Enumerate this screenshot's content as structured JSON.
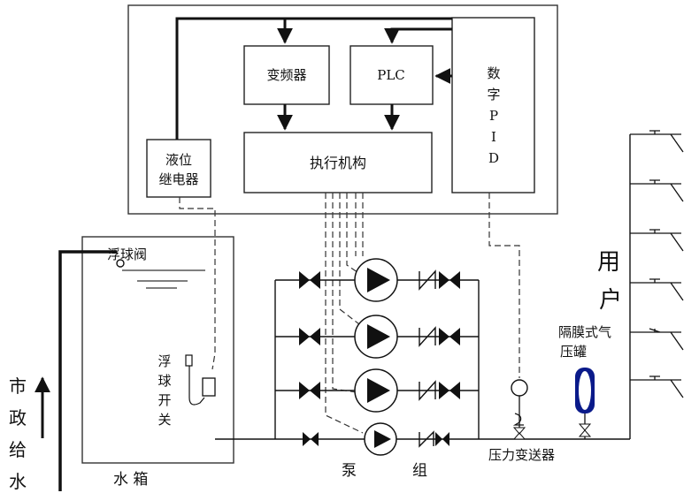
{
  "blocks": {
    "inverter": "变频器",
    "plc": "PLC",
    "pid": "数字PID",
    "actuator": "执行机构",
    "level_relay": "液位继电器"
  },
  "tank": {
    "float_valve": "浮球阀",
    "float_switch": "浮球开关",
    "label": "水 箱"
  },
  "supply": "市政给水",
  "pump_group": "泵 组",
  "pressure_transmitter": "压力变送器",
  "users": "用户",
  "diaphragm_tank": "隔膜式气压罐",
  "colors": {
    "line": "#111111",
    "tank_fill": "#0a1a8a"
  }
}
